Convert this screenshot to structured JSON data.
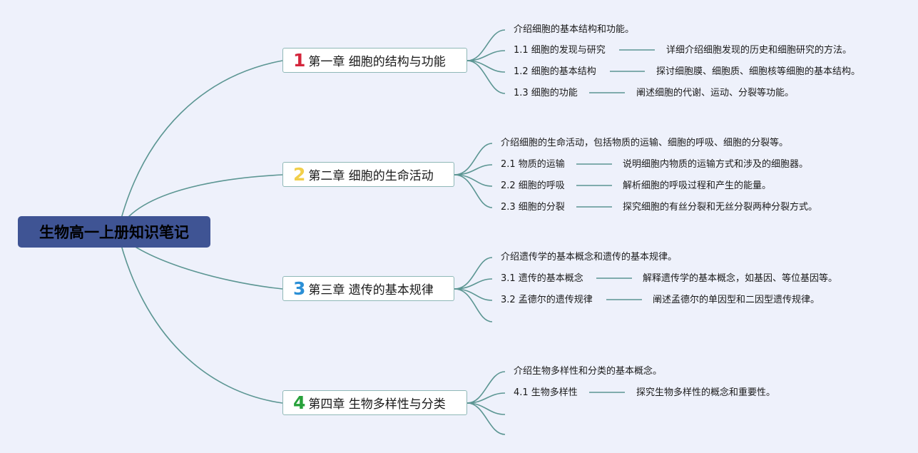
{
  "root": {
    "title": "生物高一上册知识笔记"
  },
  "colors": {
    "background": "#eef1fb",
    "root_fill": "#3f5494",
    "link": "#5c9693",
    "chapter_border": "#8fb8b7",
    "num1": "#d4263c",
    "num2": "#f2cf4a",
    "num3": "#2b8fd6",
    "num4": "#27a13a"
  },
  "chapters": [
    {
      "number": "1",
      "title": "第一章 细胞的结构与功能",
      "intro": "介绍细胞的基本结构和功能。",
      "sections": [
        {
          "label": "1.1 细胞的发现与研究",
          "desc": "详细介绍细胞发现的历史和细胞研究的方法。"
        },
        {
          "label": "1.2 细胞的基本结构",
          "desc": "探讨细胞膜、细胞质、细胞核等细胞的基本结构。"
        },
        {
          "label": "1.3 细胞的功能",
          "desc": "阐述细胞的代谢、运动、分裂等功能。"
        }
      ]
    },
    {
      "number": "2",
      "title": "第二章 细胞的生命活动",
      "intro": "介绍细胞的生命活动，包括物质的运输、细胞的呼吸、细胞的分裂等。",
      "sections": [
        {
          "label": "2.1 物质的运输",
          "desc": "说明细胞内物质的运输方式和涉及的细胞器。"
        },
        {
          "label": "2.2 细胞的呼吸",
          "desc": "解析细胞的呼吸过程和产生的能量。"
        },
        {
          "label": "2.3 细胞的分裂",
          "desc": "探究细胞的有丝分裂和无丝分裂两种分裂方式。"
        }
      ]
    },
    {
      "number": "3",
      "title": "第三章 遗传的基本规律",
      "intro": "介绍遗传学的基本概念和遗传的基本规律。",
      "sections": [
        {
          "label": "3.1 遗传的基本概念",
          "desc": "解释遗传学的基本概念，如基因、等位基因等。"
        },
        {
          "label": "3.2 孟德尔的遗传规律",
          "desc": "阐述孟德尔的单因型和二因型遗传规律。"
        }
      ]
    },
    {
      "number": "4",
      "title": "第四章 生物多样性与分类",
      "intro": "介绍生物多样性和分类的基本概念。",
      "sections": [
        {
          "label": "4.1 生物多样性",
          "desc": "探究生物多样性的概念和重要性。"
        }
      ]
    }
  ]
}
